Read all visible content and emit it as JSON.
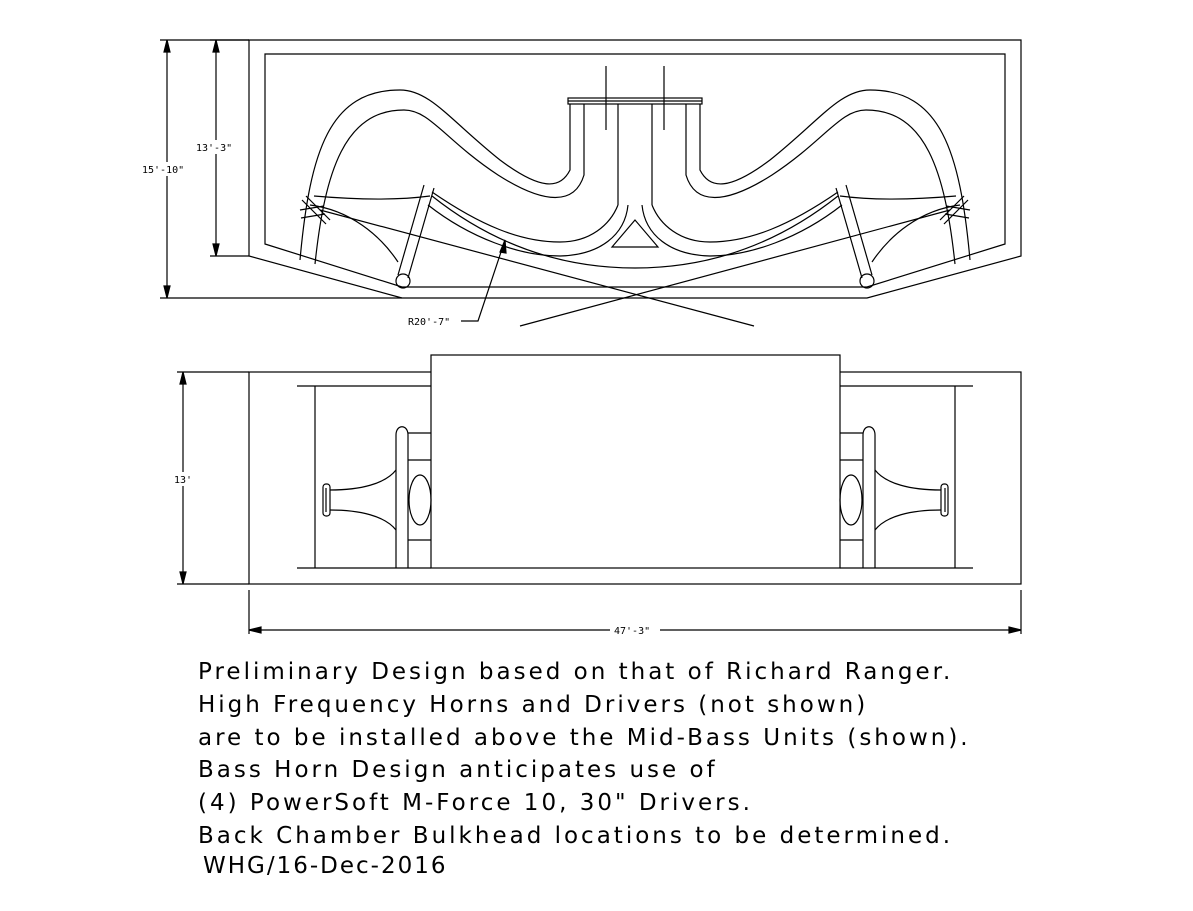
{
  "plan_view": {
    "dim_overall_height": "15'-10\"",
    "dim_inner_height": "13'-3\"",
    "radius_label": "R20'-7\""
  },
  "elevation_view": {
    "dim_height": "13'",
    "dim_width": "47'-3\""
  },
  "notes": [
    "Preliminary Design based on that of Richard Ranger.",
    "High Frequency Horns and Drivers (not shown)",
    "are to be installed above the Mid-Bass Units (shown).",
    "Bass Horn Design anticipates use of",
    "(4) PowerSoft M-Force 10, 30\" Drivers.",
    "Back Chamber Bulkhead locations to be determined."
  ],
  "signature": "WHG/16-Dec-2016",
  "colors": {
    "line": "#000000",
    "background": "#ffffff"
  }
}
